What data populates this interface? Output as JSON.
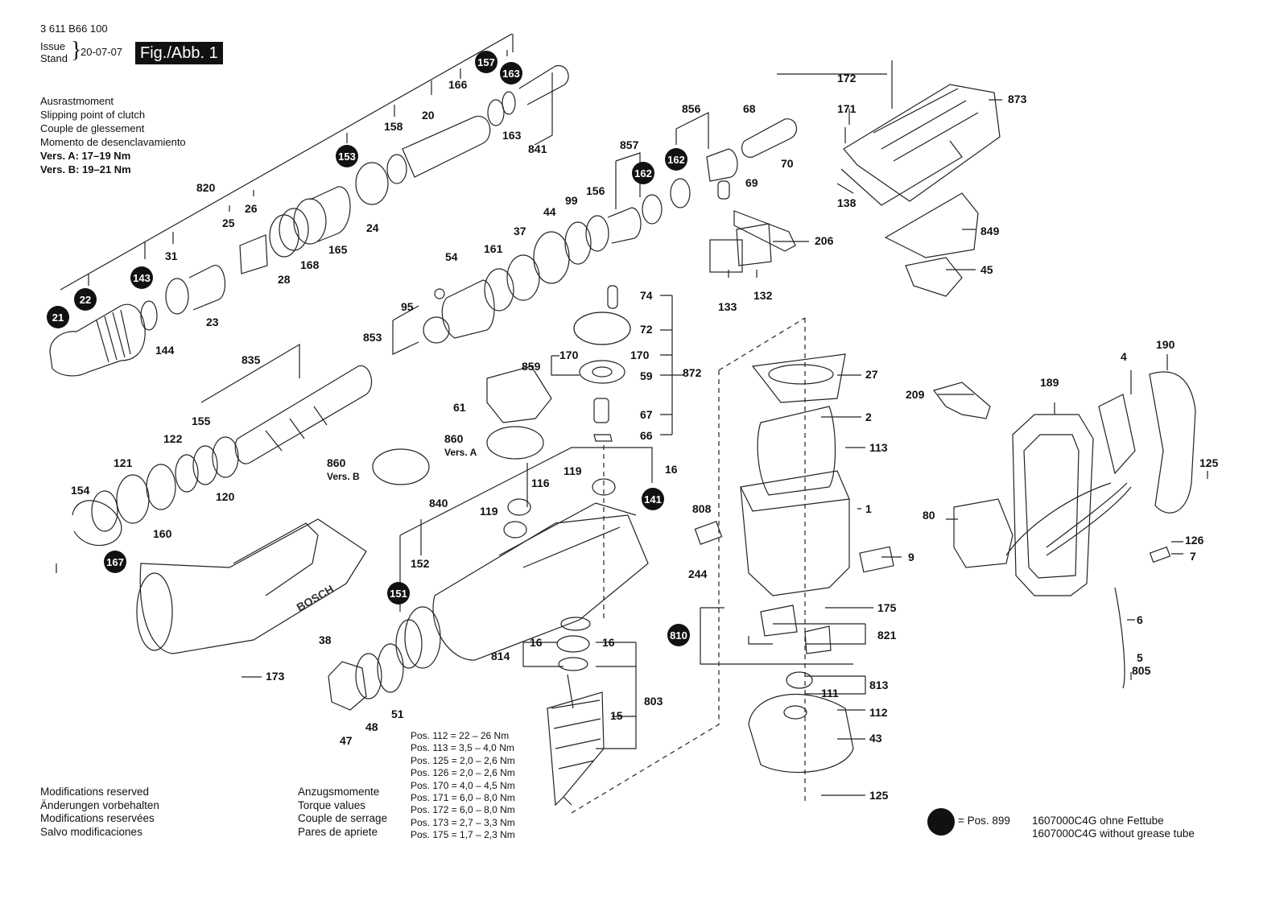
{
  "header": {
    "doc_number": "3 611 B66 100",
    "issue_label_1": "Issue",
    "issue_label_2": "Stand",
    "issue_date": "20-07-07",
    "figure_label": "Fig./Abb. 1"
  },
  "clutch_note": {
    "lines": [
      "Ausrastmoment",
      "Slipping point of clutch",
      "Couple de glessement",
      "Momento de desenclavamiento"
    ],
    "vers_a": "Vers. A: 17–19 Nm",
    "vers_b": "Vers. B: 19–21 Nm"
  },
  "footer_left": {
    "lines": [
      "Modifications reserved",
      "Änderungen vorbehalten",
      "Modifications reservées",
      "Salvo modificaciones"
    ]
  },
  "torque": {
    "labels": [
      "Anzugsmomente",
      "Torque values",
      "Couple de serrage",
      "Pares de apriete"
    ],
    "values": [
      "Pos. 112 = 22 – 26 Nm",
      "Pos. 113 = 3,5 – 4,0 Nm",
      "Pos. 125 = 2,0 – 2,6 Nm",
      "Pos. 126 = 2,0 – 2,6 Nm",
      "Pos. 170 = 4,0 – 4,5 Nm",
      "Pos. 171 = 6,0 – 8,0 Nm",
      "Pos. 172 = 6,0 – 8,0 Nm",
      "Pos. 173 = 2,7 – 3,3 Nm",
      "Pos. 175 = 1,7 – 2,3 Nm"
    ]
  },
  "legend": {
    "pos_text": "= Pos. 899",
    "line_1": "1607000C4G ohne Fettube",
    "line_2": "1607000C4G without grease tube"
  },
  "brand_mark": "BOSCH",
  "colors": {
    "ink": "#111111",
    "background": "#ffffff",
    "callout_fill": "#111111",
    "callout_text": "#ffffff"
  },
  "callouts": [
    "157",
    "163",
    "153",
    "143",
    "22",
    "21",
    "141",
    "151",
    "167",
    "162",
    "810"
  ],
  "labels": {
    "l166": "166",
    "l20": "20",
    "l158": "158",
    "l163b": "163",
    "l841": "841",
    "l820": "820",
    "l24": "24",
    "l26": "26",
    "l25": "25",
    "l31": "31",
    "l165": "165",
    "l168": "168",
    "l28": "28",
    "l23": "23",
    "l144": "144",
    "l835": "835",
    "l155": "155",
    "l122": "122",
    "l121": "121",
    "l154": "154",
    "l160": "160",
    "l120": "120",
    "l38": "38",
    "l173": "173",
    "l47": "47",
    "l48": "48",
    "l51": "51",
    "l152": "152",
    "l840": "840",
    "l856": "856",
    "l68": "68",
    "l70": "70",
    "l69": "69",
    "l857": "857",
    "l156": "156",
    "l99": "99",
    "l44": "44",
    "l37": "37",
    "l161": "161",
    "l54": "54",
    "l95": "95",
    "l853": "853",
    "l206": "206",
    "l132": "132",
    "l133": "133",
    "l74": "74",
    "l72": "72",
    "l170a": "170",
    "l170b": "170",
    "l859": "859",
    "l59": "59",
    "l872": "872",
    "l61": "61",
    "l67": "67",
    "l860a": "860",
    "l860a_v": "Vers. A",
    "l66": "66",
    "l860b": "860",
    "l860b_v": "Vers. B",
    "l119a": "119",
    "l116": "116",
    "l16a": "16",
    "l119b": "119",
    "l172": "172",
    "l873": "873",
    "l171": "171",
    "l138": "138",
    "l849": "849",
    "l45": "45",
    "l27": "27",
    "l2": "2",
    "l113": "113",
    "l1": "1",
    "l808": "808",
    "l9": "9",
    "l244": "244",
    "l175": "175",
    "l821": "821",
    "l813": "813",
    "l111": "111",
    "l112": "112",
    "l43": "43",
    "l125b": "125",
    "l814": "814",
    "l16b": "16",
    "l16c": "16",
    "l803": "803",
    "l15": "15",
    "l209": "209",
    "l189": "189",
    "l4": "4",
    "l190": "190",
    "l125a": "125",
    "l80": "80",
    "l126": "126",
    "l7": "7",
    "l6": "6",
    "l5": "5",
    "l805": "805"
  }
}
